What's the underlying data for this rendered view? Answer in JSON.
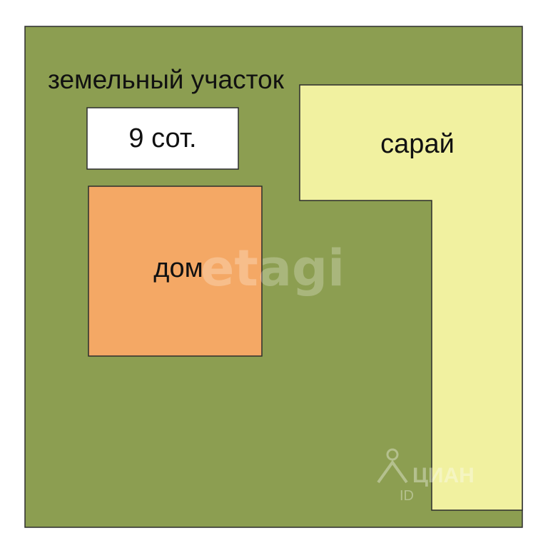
{
  "plot": {
    "title": "земельный участок",
    "area": "9 сот.",
    "color": "#8c9e51"
  },
  "house": {
    "label": "дом",
    "color": "#f4a865"
  },
  "shed": {
    "label": "сарай",
    "color": "#f1f1a0"
  },
  "watermarks": {
    "main": "etagi",
    "corner_brand": "ЦИАН",
    "corner_id": "ID"
  }
}
